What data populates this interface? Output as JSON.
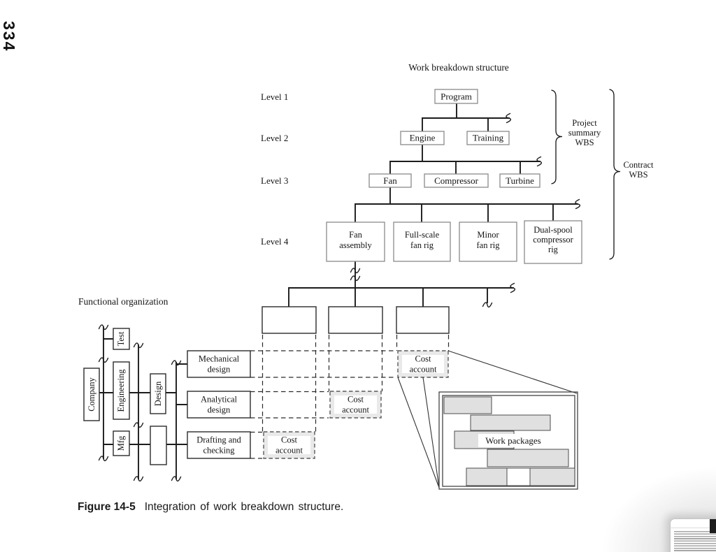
{
  "page_number": "334",
  "figure": {
    "caption_label": "Figure 14-5",
    "caption_text": "Integration of work breakdown structure."
  },
  "wbs": {
    "title": "Work breakdown structure",
    "level_labels": [
      "Level 1",
      "Level 2",
      "Level 3",
      "Level 4"
    ],
    "nodes": {
      "program": "Program",
      "engine": "Engine",
      "training": "Training",
      "fan": "Fan",
      "compressor": "Compressor",
      "turbine": "Turbine",
      "fan_assembly": [
        "Fan",
        "assembly"
      ],
      "full_scale_fan_rig": [
        "Full-scale",
        "fan rig"
      ],
      "minor_fan_rig": [
        "Minor",
        "fan rig"
      ],
      "dual_spool_compressor_rig": [
        "Dual-spool",
        "compressor",
        "rig"
      ]
    },
    "braces": {
      "project_summary": [
        "Project",
        "summary",
        "WBS"
      ],
      "contract": [
        "Contract",
        "WBS"
      ]
    }
  },
  "org": {
    "title": "Functional organization",
    "units": {
      "company": "Company",
      "test": "Test",
      "engineering": "Engineering",
      "mfg": "Mfg",
      "design": "Design"
    },
    "design_groups": {
      "mechanical": [
        "Mechanical",
        "design"
      ],
      "analytical": [
        "Analytical",
        "design"
      ],
      "drafting": [
        "Drafting and",
        "checking"
      ]
    }
  },
  "matrix": {
    "cost_account": [
      "Cost",
      "account"
    ],
    "work_packages_label": "Work packages"
  },
  "colors": {
    "line": "#1c1c1c",
    "bar_fill": "#e0e0e0",
    "cost_fill": "#e9e9e9",
    "corner_shade": "#e2e2e2"
  }
}
